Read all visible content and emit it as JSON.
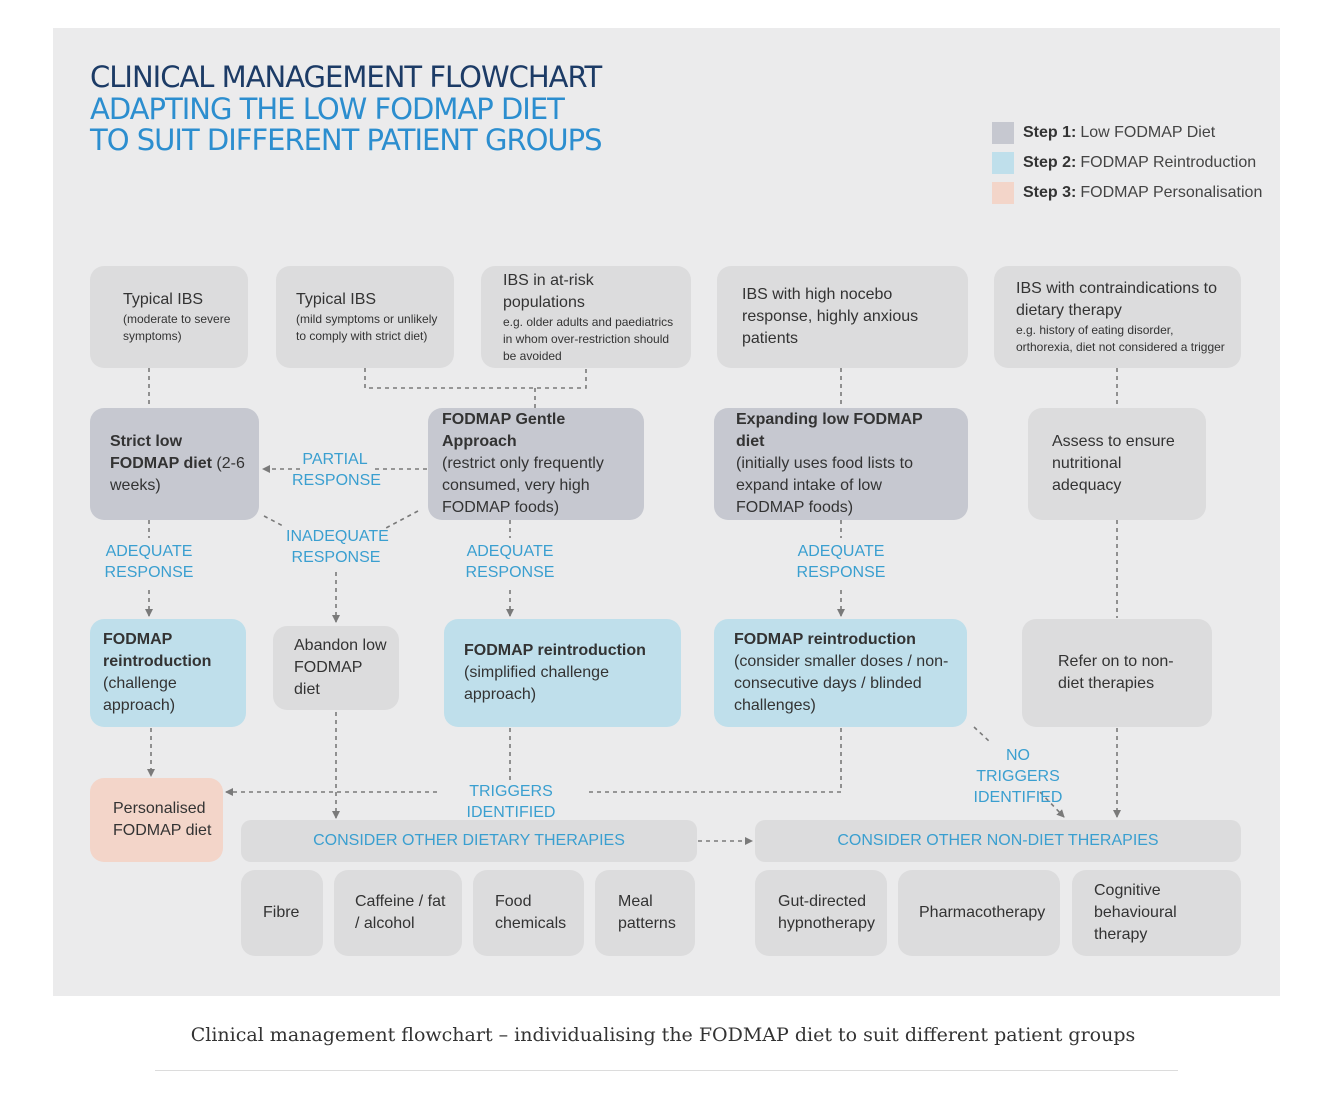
{
  "title": {
    "line1": "CLINICAL MANAGEMENT FLOWCHART",
    "line2": "ADAPTING THE LOW FODMAP DIET",
    "line3": "TO SUIT DIFFERENT PATIENT GROUPS"
  },
  "legend": [
    {
      "step": "Step 1:",
      "label": "Low FODMAP Diet",
      "color": "#c6c8d0"
    },
    {
      "step": "Step 2:",
      "label": "FODMAP Reintroduction",
      "color": "#bfdfeb"
    },
    {
      "step": "Step 3:",
      "label": "FODMAP Personalisation",
      "color": "#f3d5c9"
    }
  ],
  "groups": {
    "g1": {
      "title": "Typical IBS",
      "sub": "(moderate to severe symptoms)"
    },
    "g2": {
      "title": "Typical IBS",
      "sub": "(mild symptoms or unlikely to comply with strict diet)"
    },
    "g3": {
      "title": "IBS in at-risk populations",
      "sub": "e.g. older adults and paediatrics in whom over-restriction should be avoided"
    },
    "g4": {
      "title": "IBS with high nocebo response, highly anxious patients"
    },
    "g5": {
      "title": "IBS with contraindications to dietary therapy",
      "sub": "e.g. history of eating disorder, orthorexia, diet not considered a trigger"
    }
  },
  "step1": {
    "strict": {
      "bold": "Strict low FODMAP diet",
      "rest": " (2-6 weeks)"
    },
    "gentle": {
      "bold": "FODMAP Gentle Approach",
      "rest": "(restrict only frequently consumed, very high FODMAP foods)"
    },
    "expanding": {
      "bold": "Expanding low FODMAP diet",
      "rest": "(initially uses food lists to expand intake of low FODMAP foods)"
    },
    "assess": {
      "text": "Assess to ensure nutritional adequacy"
    }
  },
  "step2": {
    "reintro1": {
      "bold": "FODMAP reintroduction",
      "rest": "(challenge approach)"
    },
    "abandon": {
      "text": "Abandon low FODMAP diet"
    },
    "reintro2": {
      "bold": "FODMAP reintroduction",
      "rest": "(simplified challenge approach)"
    },
    "reintro3": {
      "bold": "FODMAP reintroduction",
      "rest": " (consider smaller doses /  non-consecutive days / blinded challenges)"
    },
    "refer": {
      "text": "Refer on to non-diet therapies"
    }
  },
  "step3": {
    "personalised": "Personalised FODMAP diet"
  },
  "labels": {
    "partial": "PARTIAL RESPONSE",
    "inadequate": "INADEQUATE RESPONSE",
    "adequate": "ADEQUATE RESPONSE",
    "triggers": "TRIGGERS IDENTIFIED",
    "no_triggers": "NO TRIGGERS IDENTIFIED"
  },
  "dietary": {
    "header": "CONSIDER OTHER DIETARY THERAPIES",
    "items": [
      "Fibre",
      "Caffeine / fat / alcohol",
      "Food chemicals",
      "Meal patterns"
    ]
  },
  "nondiet": {
    "header": "CONSIDER OTHER NON-DIET THERAPIES",
    "items": [
      "Gut-directed hypnotherapy",
      "Pharmacotherapy",
      "Cognitive behavioural therapy"
    ]
  },
  "caption": "Clinical management flowchart – individualising the FODMAP diet to suit different patient groups"
}
